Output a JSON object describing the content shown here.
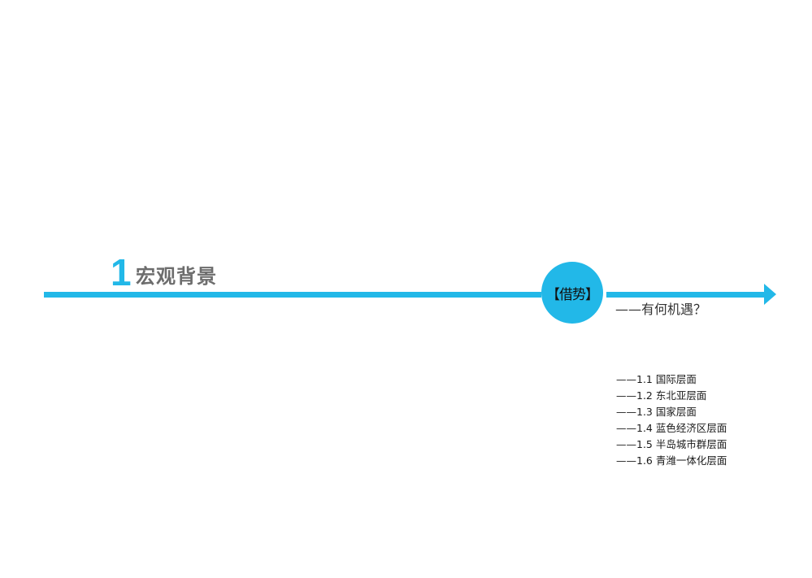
{
  "section": {
    "number": "1",
    "title": "宏观背景"
  },
  "badge": {
    "label": "【借势】"
  },
  "subtitle": "——有何机遇？",
  "toc": [
    "——1.1 国际层面",
    "——1.2 东北亚层面",
    "——1.3 国家层面",
    "——1.4 蓝色经济区层面",
    "——1.5 半岛城市群层面",
    "——1.6 青潍一体化层面"
  ],
  "colors": {
    "accent": "#22b8e8",
    "title": "#6d6d6d",
    "text": "#1a1a1a"
  }
}
